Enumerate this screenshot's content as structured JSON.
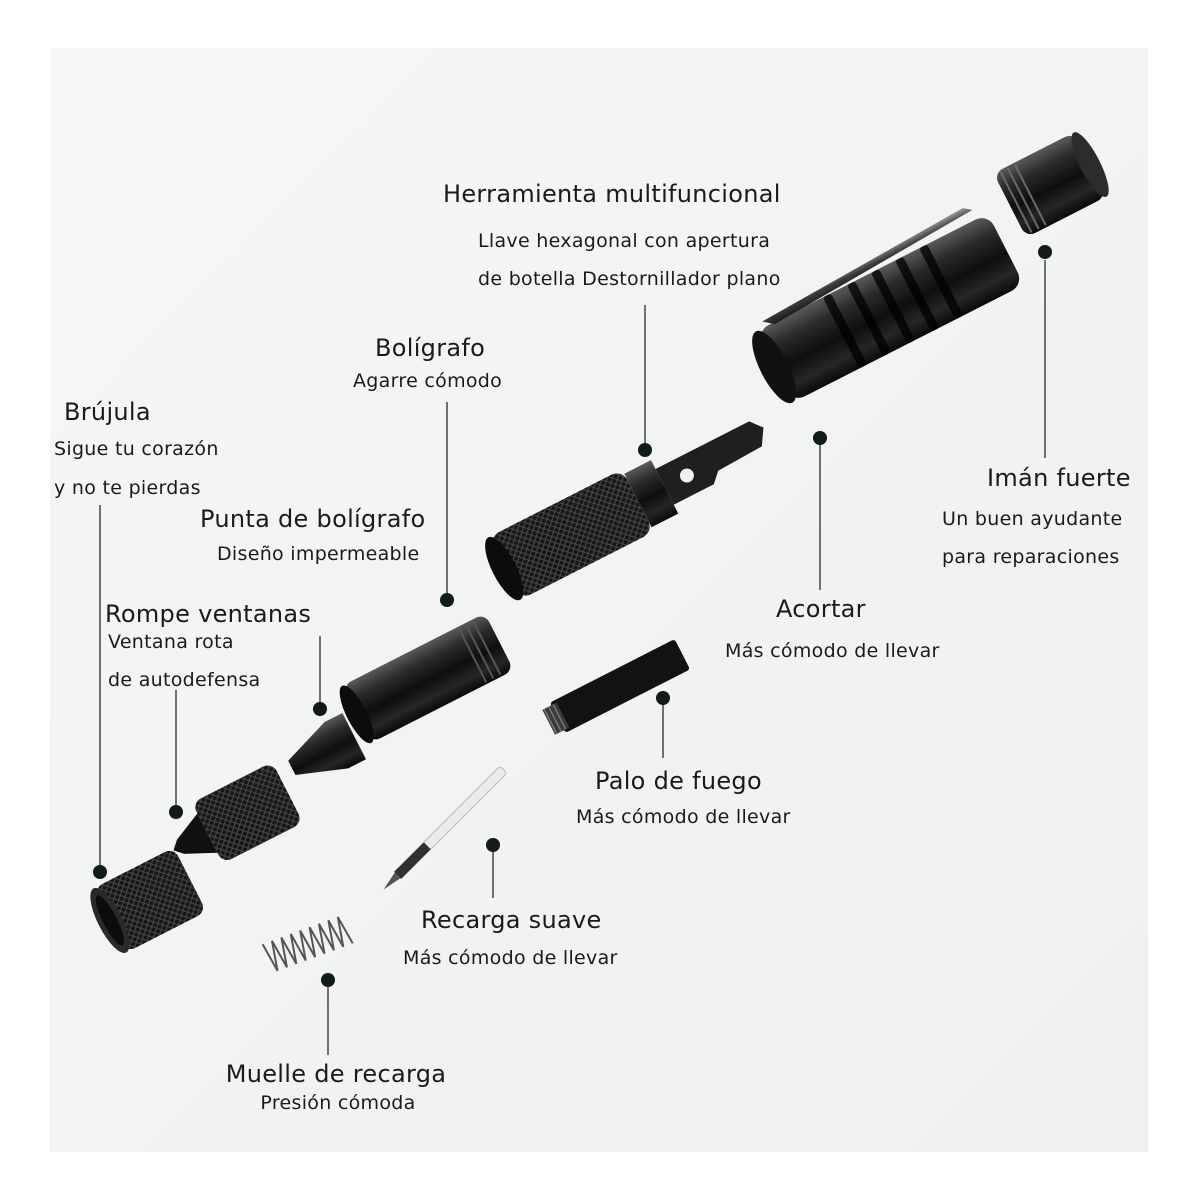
{
  "labels": {
    "multitool": {
      "title": "Herramienta multifuncional",
      "line1": "Llave hexagonal con apertura",
      "line2": "de botella Destornillador plano"
    },
    "pen": {
      "title": "Bolígrafo",
      "line1": "Agarre cómodo"
    },
    "compass": {
      "title": "Brújula",
      "line1": "Sigue tu corazón",
      "line2": "y no te pierdas"
    },
    "pen_tip": {
      "title": "Punta de bolígrafo",
      "line1": "Diseño impermeable"
    },
    "window_breaker": {
      "title": "Rompe ventanas",
      "line1": "Ventana rota",
      "line2": "de autodefensa"
    },
    "magnet": {
      "title": "Imán fuerte",
      "line1": "Un buen ayudante",
      "line2": "para reparaciones"
    },
    "shorten": {
      "title": "Acortar",
      "line1": "Más cómodo de llevar"
    },
    "fire_stick": {
      "title": "Palo de fuego",
      "line1": "Más cómodo de llevar"
    },
    "refill": {
      "title": "Recarga suave",
      "line1": "Más cómodo de llevar"
    },
    "spring": {
      "title": "Muelle de recarga",
      "line1": "Presión cómoda"
    }
  },
  "colors": {
    "metal": "#1b1b1b",
    "dot": "#101c14",
    "line": "#444444"
  }
}
